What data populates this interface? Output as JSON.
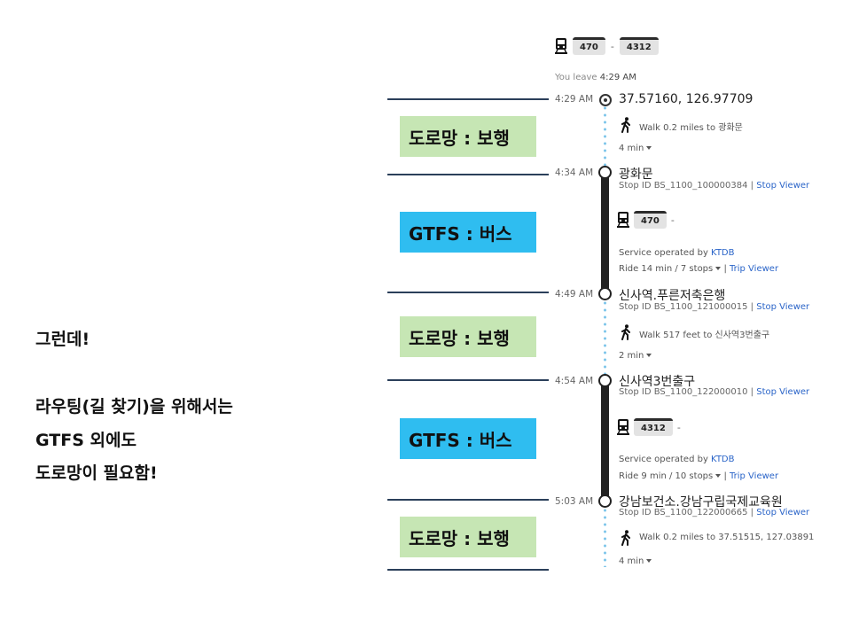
{
  "notes": {
    "line1": "그런데!",
    "line2": "라우팅(길 찾기)을 위해서는",
    "line3": "GTFS 외에도",
    "line4": "도로망이 필요함!"
  },
  "segments": {
    "walk_label": "도로망 : 보행",
    "bus_label": "GTFS : 버스"
  },
  "itinerary": {
    "route_badges": [
      "470",
      "4312"
    ],
    "route_sep": "-",
    "leave_prefix": "You leave",
    "leave_time": "4:29 AM",
    "origin": {
      "time": "4:29 AM",
      "name": "37.57160, 126.97709"
    },
    "walk1": {
      "text": "Walk 0.2 miles to 광화문",
      "duration": "4 min"
    },
    "stop1": {
      "time": "4:34 AM",
      "name": "광화문",
      "stop_id": "Stop ID BS_1100_100000384",
      "pipe": "|",
      "viewer": "Stop Viewer"
    },
    "bus1": {
      "route": "470",
      "dash": "-",
      "operated_prefix": "Service operated by",
      "operator": "KTDB",
      "ride": "Ride 14 min / 7 stops",
      "pipe": "|",
      "trip_viewer": "Trip Viewer"
    },
    "stop2": {
      "time": "4:49 AM",
      "name": "신사역.푸른저축은행",
      "stop_id": "Stop ID BS_1100_121000015",
      "pipe": "|",
      "viewer": "Stop Viewer"
    },
    "walk2": {
      "text": "Walk 517 feet to 신사역3번출구",
      "duration": "2 min"
    },
    "stop3": {
      "time": "4:54 AM",
      "name": "신사역3번출구",
      "stop_id": "Stop ID BS_1100_122000010",
      "pipe": "|",
      "viewer": "Stop Viewer"
    },
    "bus2": {
      "route": "4312",
      "dash": "-",
      "operated_prefix": "Service operated by",
      "operator": "KTDB",
      "ride": "Ride 9 min / 10 stops",
      "pipe": "|",
      "trip_viewer": "Trip Viewer"
    },
    "stop4": {
      "time": "5:03 AM",
      "name": "강남보건소.강남구립국제교육원",
      "stop_id": "Stop ID BS_1100_122000665",
      "pipe": "|",
      "viewer": "Stop Viewer"
    },
    "walk3": {
      "text": "Walk 0.2 miles to 37.51515, 127.03891",
      "duration": "4 min"
    }
  },
  "colors": {
    "walk_box": "#c6e6b4",
    "bus_box": "#2fbdf0",
    "link": "#2a64c8",
    "walk_dots": "#7fc6ea"
  }
}
